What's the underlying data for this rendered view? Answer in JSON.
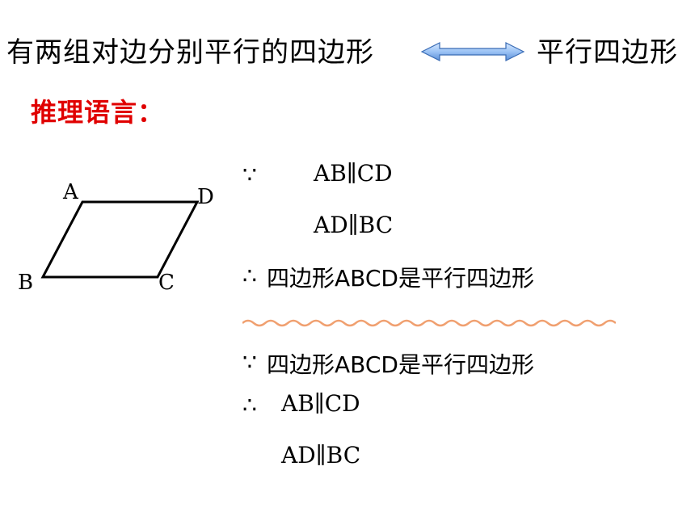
{
  "header": {
    "definition_left": "有两组对边分别平行的四边形",
    "definition_right": "平行四边形",
    "arrow_icon": "double-headed-arrow-icon"
  },
  "subtitle": "推理语言：",
  "figure": {
    "vertex_a": "A",
    "vertex_b": "B",
    "vertex_c": "C",
    "vertex_d": "D"
  },
  "block1": {
    "because_symbol": "∵",
    "line1": "AB∥CD",
    "line2": "AD∥BC",
    "therefore_symbol": "∴",
    "conclusion": "四边形ABCD是平行四边形"
  },
  "block2": {
    "because_symbol": "∵",
    "premise": "四边形ABCD是平行四边形",
    "therefore_symbol": "∴",
    "line1": "AB∥CD",
    "line2": "AD∥BC"
  },
  "colors": {
    "accent_red": "#e00000",
    "arrow_fill": "#9cc3f5",
    "divider": "#f0a070"
  }
}
